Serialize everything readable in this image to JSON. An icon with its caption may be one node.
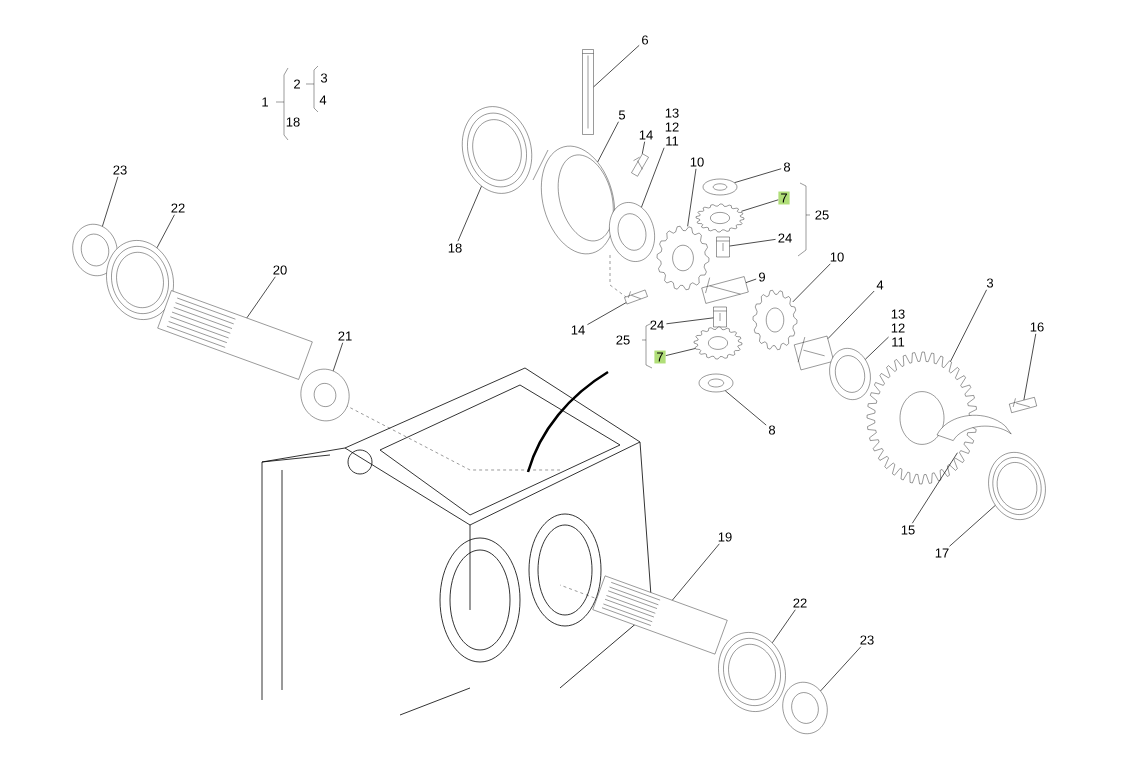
{
  "diagram": {
    "nodes": [
      {
        "text": [
          "6"
        ]
      },
      {
        "text": [],
        "shape": "picture"
      },
      {
        "text": [
          "5"
        ]
      },
      {
        "text": [],
        "shape": "picture"
      },
      {
        "text": [
          "13",
          "12",
          "11"
        ]
      },
      {
        "text": [],
        "shape": "picture"
      },
      {
        "text": [
          "14"
        ]
      },
      {
        "text": [],
        "shape": "picture"
      },
      {
        "text": [
          "14"
        ]
      },
      {
        "text": [],
        "shape": "picture"
      },
      {
        "text": [
          "10"
        ]
      },
      {
        "text": [],
        "shape": "picture"
      },
      {
        "text": [
          "8"
        ]
      },
      {
        "text": [],
        "shape": "picture"
      },
      {
        "text": [
          "7"
        ]
      },
      {
        "text": [],
        "shape": "picture"
      },
      {
        "text": [
          "24"
        ]
      },
      {
        "text": [],
        "shape": "picture"
      },
      {
        "text": [
          "9"
        ]
      },
      {
        "text": [],
        "shape": "picture"
      },
      {
        "text": [
          "10"
        ]
      },
      {
        "text": [],
        "shape": "picture"
      },
      {
        "text": [
          "24"
        ]
      },
      {
        "text": [],
        "shape": "picture"
      },
      {
        "text": [
          "7"
        ]
      },
      {
        "text": [],
        "shape": "picture"
      },
      {
        "text": [
          "8"
        ]
      },
      {
        "text": [],
        "shape": "picture"
      },
      {
        "text": [
          "4"
        ]
      },
      {
        "text": [],
        "shape": "picture"
      },
      {
        "text": [
          "13",
          "12",
          "11"
        ]
      },
      {
        "text": [],
        "shape": "picture"
      },
      {
        "text": [
          "3"
        ]
      },
      {
        "text": [],
        "shape": "picture"
      },
      {
        "text": [
          "16"
        ]
      },
      {
        "text": [],
        "shape": "picture"
      },
      {
        "text": [
          "15"
        ]
      },
      {
        "text": [],
        "shape": "picture"
      },
      {
        "text": [
          "17"
        ]
      },
      {
        "text": [],
        "shape": "picture"
      },
      {
        "text": [
          "18"
        ]
      },
      {
        "text": [],
        "shape": "picture"
      },
      {
        "text": [
          "23"
        ]
      },
      {
        "text": [],
        "shape": "picture"
      },
      {
        "text": [
          "22"
        ]
      },
      {
        "text": [],
        "shape": "picture"
      },
      {
        "text": [
          "20"
        ]
      },
      {
        "text": [],
        "shape": "picture"
      },
      {
        "text": [
          "21"
        ]
      },
      {
        "text": [],
        "shape": "picture"
      },
      {
        "text": [
          "19"
        ]
      },
      {
        "text": [],
        "shape": "picture"
      },
      {
        "text": [
          "22"
        ]
      },
      {
        "text": [],
        "shape": "picture"
      },
      {
        "text": [
          "23"
        ]
      },
      {
        "text": [],
        "shape": "picture"
      }
    ],
    "edges": [
      {
        "from": 0,
        "to": 1,
        "arrow": "none"
      },
      {
        "from": 2,
        "to": 3,
        "arrow": "none"
      },
      {
        "from": 4,
        "to": 5,
        "arrow": "none"
      },
      {
        "from": 6,
        "to": 7,
        "arrow": "none"
      },
      {
        "from": 8,
        "to": 9,
        "arrow": "none"
      },
      {
        "from": 10,
        "to": 11,
        "arrow": "none"
      },
      {
        "from": 12,
        "to": 13,
        "arrow": "none"
      },
      {
        "from": 14,
        "to": 15,
        "arrow": "none"
      },
      {
        "from": 16,
        "to": 17,
        "arrow": "none"
      },
      {
        "from": 18,
        "to": 19,
        "arrow": "none"
      },
      {
        "from": 20,
        "to": 21,
        "arrow": "none"
      },
      {
        "from": 22,
        "to": 23,
        "arrow": "none"
      },
      {
        "from": 24,
        "to": 25,
        "arrow": "none"
      },
      {
        "from": 26,
        "to": 27,
        "arrow": "none"
      },
      {
        "from": 28,
        "to": 29,
        "arrow": "none"
      },
      {
        "from": 30,
        "to": 31,
        "arrow": "none"
      },
      {
        "from": 32,
        "to": 33,
        "arrow": "none"
      },
      {
        "from": 34,
        "to": 35,
        "arrow": "none"
      },
      {
        "from": 36,
        "to": 37,
        "arrow": "none"
      },
      {
        "from": 38,
        "to": 39,
        "arrow": "none"
      },
      {
        "from": 40,
        "to": 41,
        "arrow": "none"
      },
      {
        "from": 42,
        "to": 43,
        "arrow": "none"
      },
      {
        "from": 44,
        "to": 45,
        "arrow": "none"
      },
      {
        "from": 46,
        "to": 47,
        "arrow": "none"
      },
      {
        "from": 48,
        "to": 49,
        "arrow": "none"
      },
      {
        "from": 50,
        "to": 51,
        "arrow": "none"
      },
      {
        "from": 52,
        "to": 53,
        "arrow": "none"
      },
      {
        "from": 54,
        "to": 55,
        "arrow": "none"
      }
    ],
    "labels": [
      "1",
      "2",
      "3",
      "4",
      "18",
      "25",
      "25"
    ]
  }
}
